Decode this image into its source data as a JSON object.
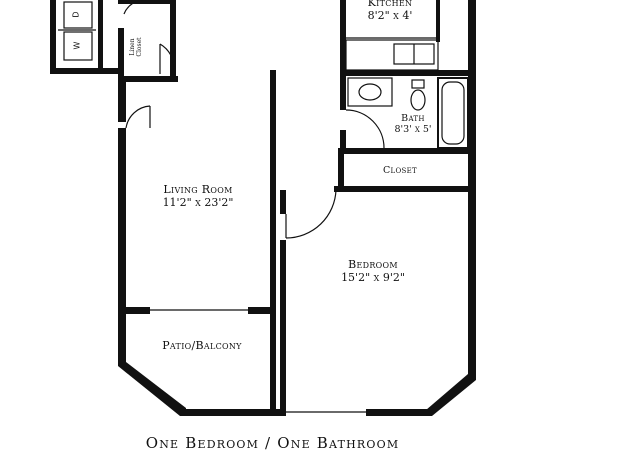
{
  "rooms": {
    "kitchen": {
      "name": "Kitchen",
      "dim": "8'2\" x 4'"
    },
    "bath": {
      "name": "Bath",
      "dim": "8'3' x 5'"
    },
    "closet": {
      "name": "Closet"
    },
    "linen_closet": {
      "name": "Linen Closet"
    },
    "living_room": {
      "name": "Living Room",
      "dim": "11'2\" x 23'2\""
    },
    "bedroom": {
      "name": "Bedroom",
      "dim": "15'2\" x 9'2\""
    },
    "patio": {
      "name": "Patio/Balcony"
    }
  },
  "appliances": {
    "washer": "W",
    "dryer": "D"
  },
  "footer": "One Bedroom / One Bathroom"
}
